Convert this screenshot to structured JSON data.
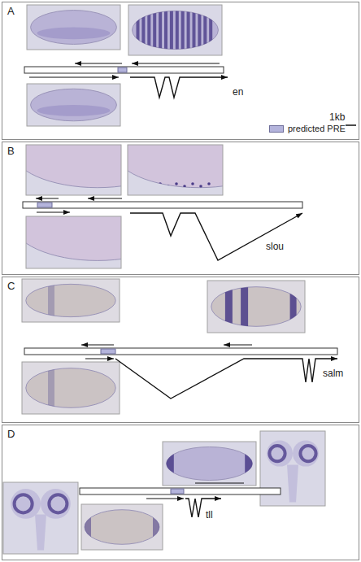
{
  "diagram": {
    "nodes": [
      {
        "text": [
          "A"
        ]
      },
      {
        "text": [
          "B"
        ]
      },
      {
        "text": [
          "C"
        ]
      },
      {
        "text": [
          "D"
        ]
      }
    ],
    "labels": [
      "en",
      "slou",
      "salm",
      "tll",
      "1kb"
    ],
    "legend": [
      {
        "text": "predicted PRE",
        "color": "#b4b4dc"
      }
    ]
  }
}
